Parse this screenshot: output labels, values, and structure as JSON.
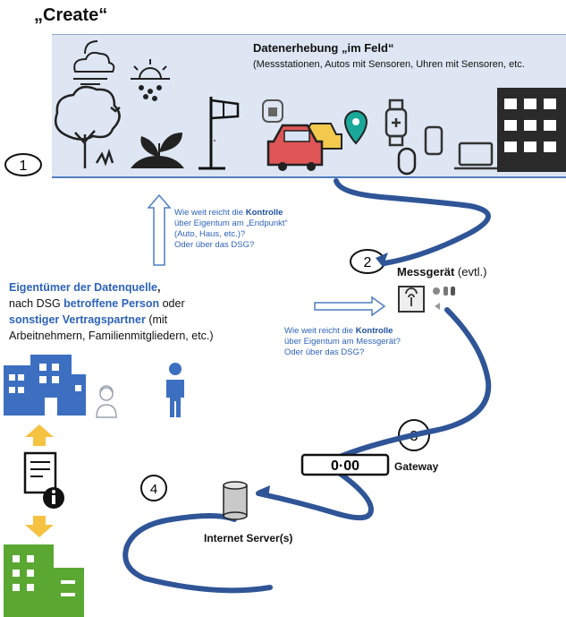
{
  "title": "„Create“",
  "banner": {
    "title": "Datenerhebung „im Feld“",
    "subtitle": "(Messstationen, Autos mit Sensoren, Uhren mit Sensoren, etc."
  },
  "notes": {
    "control_endpoint": {
      "pre": "Wie weit reicht die ",
      "bold": "Kontrolle",
      "line2": "über Eigentum am „Endpunkt“",
      "line3": "(Auto, Haus, etc.)?",
      "line4": "Oder über das DSG?"
    },
    "control_device": {
      "pre": "Wie weit reicht die ",
      "bold": "Kontrolle",
      "line2": "über Eigentum am Messgerät?",
      "line3": "Oder über das DSG?"
    }
  },
  "owner": {
    "p1": "Eigentümer der Datenquelle",
    "p1_end": ",",
    "p2": "nach DSG ",
    "p3": "betroffene Person",
    "p4": " oder",
    "p5": "sonstiger Vertragspartner",
    "p6": " (mit",
    "p7": "Arbeitnehmern, Familienmitgliedern, etc.)"
  },
  "nodes": {
    "device_bold": "Messgerät",
    "device_rest": " (evtl.)",
    "gateway": "Gateway",
    "gateway_display": "0·00",
    "server": "Internet Server(s)"
  },
  "steps": [
    "1",
    "2",
    "3",
    "4"
  ],
  "colors": {
    "accent": "#2e63b8",
    "flow": "#2f5597",
    "banner": "#dde6f2",
    "building_blue": "#3d6fc1",
    "building_green": "#5aa832",
    "arrow_gold": "#f5c242"
  }
}
